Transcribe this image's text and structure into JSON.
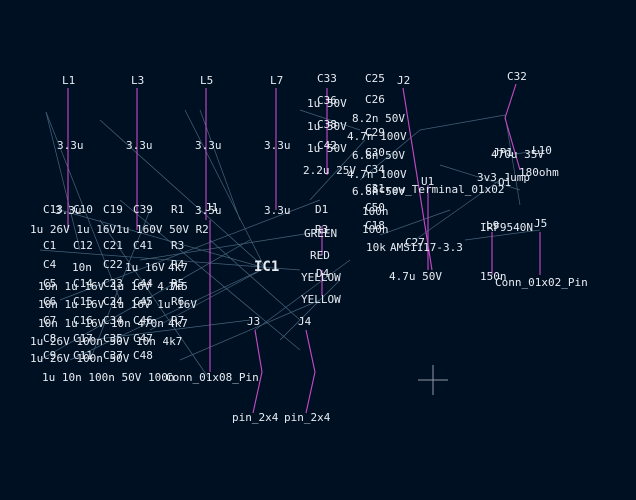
{
  "app": "PCB layout viewer",
  "colors": {
    "background": "#001023",
    "ratsnest": "#7fa6bf",
    "pad": "#c84ac8",
    "text": "#e8ecf2",
    "cursor": "#8f99a6"
  },
  "labels": {
    "L1": "L1",
    "L3": "L3",
    "L5": "L5",
    "L7": "L7",
    "C33": "C33",
    "C25": "C25",
    "J2": "J2",
    "C32": "C32",
    "v3_3u_a": "3.3u",
    "v3_3u_b": "3.3u",
    "v3_3u_c": "3.3u",
    "v3_3u_d": "3.3u",
    "C36_1u50v": "1u 50V",
    "C36": "C36",
    "C26_82n": "8.2n 50V",
    "C26": "C26",
    "C38": "C38",
    "C38_1u": "1u 50V",
    "C29_47n": "4.7n 100V",
    "C29": "C29",
    "C42_1u": "1u 50V",
    "C42": "C42",
    "C30_68n": "6.8n 50V",
    "C30": "C30",
    "C34_22u": "2.2u 25V",
    "C34_47n": "4.7n 100V",
    "C34": "C34",
    "C31_68n": "6.8n 50V",
    "C31": "C31",
    "JP1": "JP1",
    "L10": "L10",
    "v470u": "470u 35V",
    "v3v3jump": "3v3 Jump",
    "v180ohm": "180ohm",
    "Q1": "Q1",
    "screw": "Screw_Terminal_01x02",
    "U1": "U1",
    "C13": "C13",
    "C10": "C10",
    "C19": "C19",
    "C39": "C39",
    "R1": "R1",
    "J1": "J1",
    "D1": "D1",
    "C50": "C50",
    "v100n_a": "100n",
    "C18": "C18",
    "v100n_b": "100n",
    "L9": "L9",
    "IRF": "IRF9540N",
    "J5": "J5",
    "row1": "1u 26V 1u 16V1u 160V 50V R2",
    "GREEN": "GREEN",
    "R3": "R3",
    "RED": "RED",
    "v10k": "10k",
    "AMS": "AMS1117-3.3",
    "C27": "C27",
    "C1": "C1",
    "C12": "C12",
    "C21": "C21",
    "C41": "C41",
    "R3b": "R3",
    "C4": "C4",
    "v10n_a": "10n",
    "C22": "C22",
    "row3": "1u 16V",
    "R4": "R4",
    "v4k7_a": "4k7",
    "IC1": "IC1",
    "D4": "D4",
    "YELLOW_a": "YELLOW",
    "v4_7u": "4.7u 50V",
    "v150n": "150n",
    "conn2": "Conn_01x02_Pin",
    "C5": "C5",
    "C14": "C14",
    "C23": "C23",
    "C44": "C44",
    "R5": "R5",
    "row4": "10n 1u 16V 1u 16V 4.7n",
    "v1k5": "1k5",
    "C6": "C6",
    "C15": "C15",
    "C24": "C24",
    "C45": "C45",
    "R6": "R6",
    "row5": "10n 1u 16V 1u 16V 1u 16V",
    "YELLOW_b": "YELLOW",
    "C7": "C7",
    "C16": "C16",
    "C34b": "C34",
    "C46": "C46",
    "R7": "R7",
    "J3": "J3",
    "J4": "J4",
    "row6": "10n 1u 16V 10n 470n",
    "v4k7_b": "4k7",
    "C8": "C8",
    "C17": "C17",
    "C35": "C35",
    "C47": "C47",
    "row7": "1u 26V 100n 50V 10n 4k7",
    "C9": "C9",
    "C11": "C11",
    "C37": "C37",
    "C48": "C48",
    "row8": "1u 26V 100n 50V",
    "row9": "1u 10n 100n 50V 100n",
    "conn8": "Conn_01x08_Pin",
    "pin_a": "pin_2x4",
    "pin_b": "pin_2x4"
  }
}
